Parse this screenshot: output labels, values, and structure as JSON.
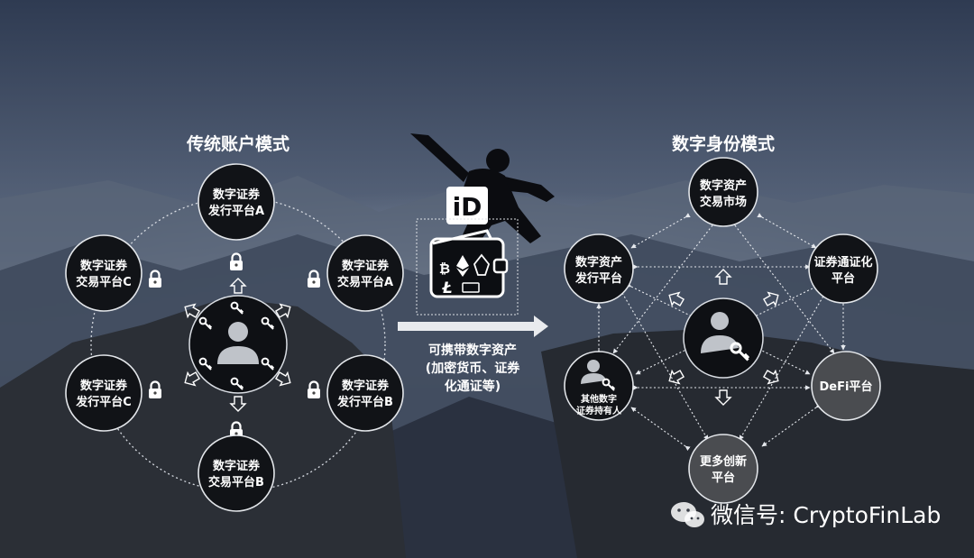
{
  "left": {
    "title": "传统账户模式",
    "nodes": {
      "top": [
        "数字证券",
        "发行平台A"
      ],
      "right_top": [
        "数字证券",
        "交易平台A"
      ],
      "right_bottom": [
        "数字证券",
        "发行平台B"
      ],
      "bottom": [
        "数字证券",
        "交易平台B"
      ],
      "left_bottom": [
        "数字证券",
        "发行平台C"
      ],
      "left_top": [
        "数字证券",
        "交易平台C"
      ]
    }
  },
  "middle": {
    "badge": "iD",
    "caption": [
      "可携带数字资产",
      "(加密货币、证券",
      "化通证等)"
    ]
  },
  "right": {
    "title": "数字身份模式",
    "nodes": {
      "top": [
        "数字资产",
        "交易市场"
      ],
      "right_top": [
        "证券通证化",
        "平台"
      ],
      "right_bottom": [
        "DeFi平台"
      ],
      "bottom": [
        "更多创新",
        "平台"
      ],
      "left_bottom": [
        "其他数字",
        "证券持有人"
      ],
      "left_top": [
        "数字资产",
        "发行平台"
      ]
    }
  },
  "watermark": "微信号: CryptoFinLab"
}
